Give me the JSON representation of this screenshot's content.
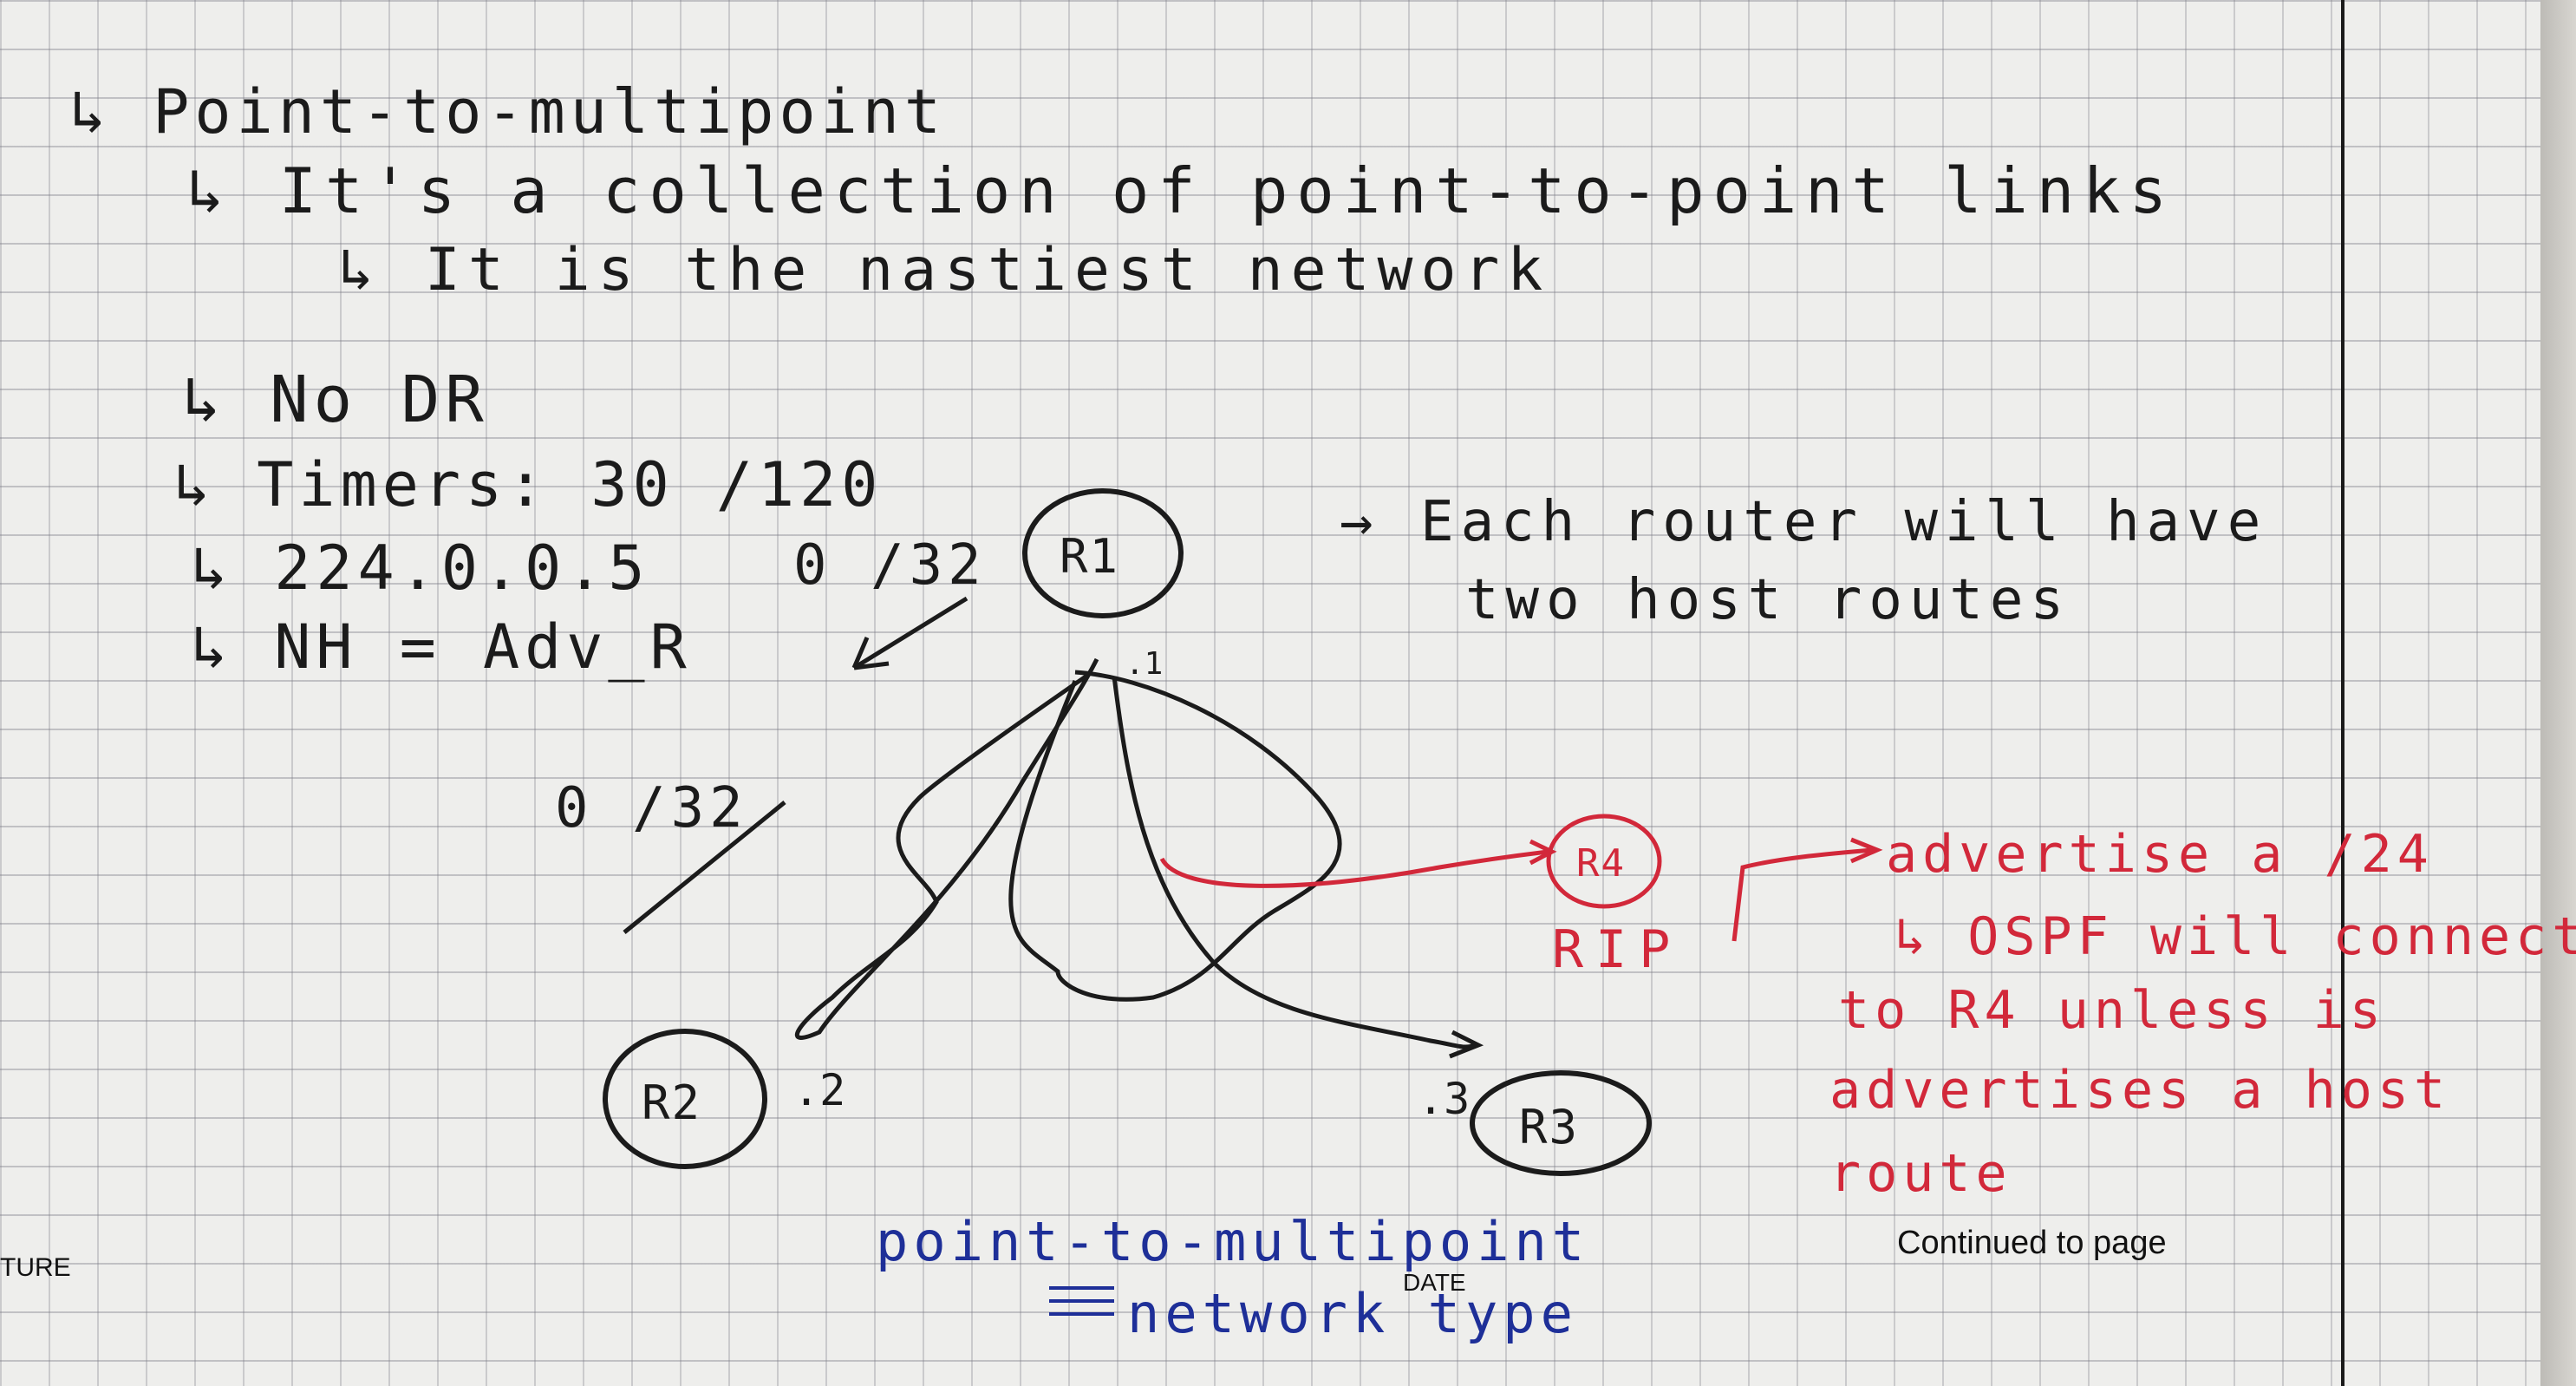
{
  "notes": {
    "heading": "↳ Point-to-multipoint",
    "line1": "↳ It's a collection of point-to-point links",
    "line2": "↳ It is the nastiest network",
    "bullet_no_dr": "↳ No DR",
    "bullet_timers": "↳ Timers: 30 /120",
    "bullet_multicast": "↳ 224.0.0.5",
    "bullet_nh": "↳ NH = Adv_R",
    "host_note_line1": "→ Each router will have",
    "host_note_line2": "two host routes"
  },
  "diagram": {
    "mask_top": "0 /32",
    "mask_left": "0 /32",
    "routers": [
      "R1",
      "R2",
      "R3",
      "R4"
    ],
    "r1_addr": ".1",
    "r2_addr": ".2",
    "r3_addr": ".3",
    "protocol_label": "RIP"
  },
  "red_notes": {
    "line1": "advertise a /24",
    "line2": "↳ OSPF will connect",
    "line3": "to R4 unless is",
    "line4": "advertises a host",
    "line5": "route"
  },
  "blue_note": {
    "line1": "point-to-multipoint",
    "line2": "network type"
  },
  "printed": {
    "footer_left": "TURE",
    "footer_date": "DATE",
    "continued": "Continued to page"
  },
  "colors": {
    "ink_black": "#1b1b1b",
    "ink_red": "#d2283a",
    "ink_blue": "#1e2f98",
    "paper": "#eeeeec"
  }
}
